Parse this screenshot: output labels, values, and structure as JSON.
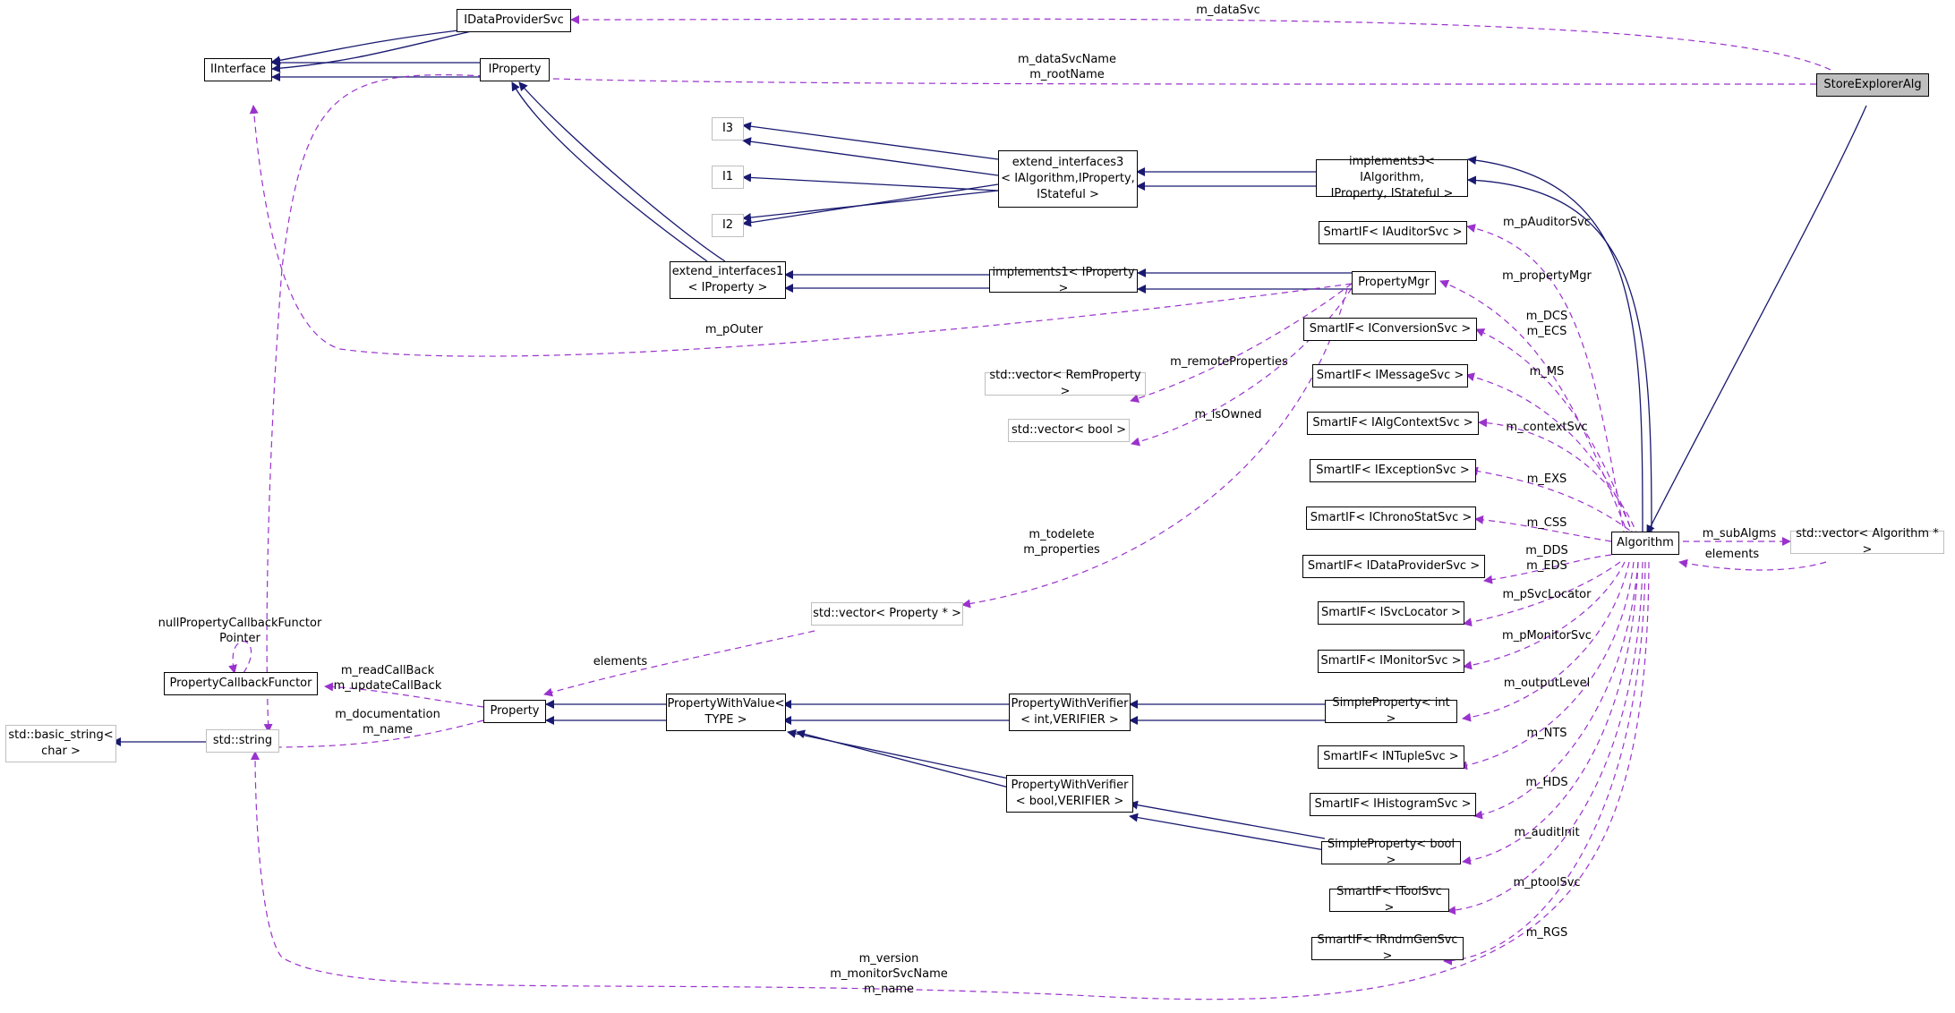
{
  "colors": {
    "inherit": "#191970",
    "use": "#9a32cd",
    "external_border": "#bfbfbf",
    "highlight": "#bfbfbf"
  },
  "nodes": {
    "store_explorer_alg": "StoreExplorerAlg",
    "idataprovidersvc": "IDataProviderSvc",
    "iinterface": "IInterface",
    "iproperty": "IProperty",
    "i3": "I3",
    "i1": "I1",
    "i2": "I2",
    "extend_interfaces3": [
      "extend_interfaces3",
      "< IAlgorithm,IProperty,",
      "IStateful >"
    ],
    "implements3": [
      "implements3< IAlgorithm,",
      "IProperty, IStateful >"
    ],
    "extend_interfaces1": [
      "extend_interfaces1",
      "< IProperty >"
    ],
    "implements1": "implements1< IProperty >",
    "property_mgr": "PropertyMgr",
    "smartif_iauditorsvc": "SmartIF< IAuditorSvc >",
    "smartif_iconversionsvc": "SmartIF< IConversionSvc >",
    "smartif_imessagesvc": "SmartIF< IMessageSvc >",
    "smartif_ialgcontextsvc": "SmartIF< IAlgContextSvc >",
    "smartif_iexceptionsvc": "SmartIF< IExceptionSvc >",
    "smartif_ichronostatsvc": "SmartIF< IChronoStatSvc >",
    "smartif_idataprovidersvc": "SmartIF< IDataProviderSvc >",
    "smartif_isvclocator": "SmartIF< ISvcLocator >",
    "smartif_imonitorsvc": "SmartIF< IMonitorSvc >",
    "smartif_intuplesvc": "SmartIF< INTupleSvc >",
    "smartif_ihistogramsvc": "SmartIF< IHistogramSvc >",
    "smartif_itoolsvc": "SmartIF< IToolSvc >",
    "smartif_irndmgensvc": "SmartIF< IRndmGenSvc >",
    "vector_remproperty": "std::vector< RemProperty >",
    "vector_bool": "std::vector< bool >",
    "vector_property_ptr": "std::vector< Property * >",
    "vector_algorithm_ptr": "std::vector< Algorithm * >",
    "algorithm": "Algorithm",
    "property_callback_functor": "PropertyCallbackFunctor",
    "property": "Property",
    "property_with_value": [
      "PropertyWithValue<",
      "TYPE >"
    ],
    "pwv_int": [
      "PropertyWithVerifier",
      "< int,VERIFIER >"
    ],
    "pwv_bool": [
      "PropertyWithVerifier",
      "< bool,VERIFIER >"
    ],
    "simple_property_int": "SimpleProperty< int >",
    "simple_property_bool": "SimpleProperty< bool >",
    "std_basic_string": [
      "std::basic_string<",
      "char >"
    ],
    "std_string": "std::string"
  },
  "labels": {
    "m_dataSvc": [
      "m_dataSvc"
    ],
    "m_dataSvcName_rootName": [
      "m_dataSvcName",
      "m_rootName"
    ],
    "m_pAuditorSvc": [
      "m_pAuditorSvc"
    ],
    "m_propertyMgr": [
      "m_propertyMgr"
    ],
    "m_pOuter": [
      "m_pOuter"
    ],
    "m_DCS_ECS": [
      "m_DCS",
      "m_ECS"
    ],
    "m_remoteProperties": [
      "m_remoteProperties"
    ],
    "m_MS": [
      "m_MS"
    ],
    "m_isOwned": [
      "m_isOwned"
    ],
    "m_contextSvc": [
      "m_contextSvc"
    ],
    "m_EXS": [
      "m_EXS"
    ],
    "m_todelete_properties": [
      "m_todelete",
      "m_properties"
    ],
    "m_CSS": [
      "m_CSS"
    ],
    "m_subAlgms": [
      "m_subAlgms"
    ],
    "elements_algvec": [
      "elements"
    ],
    "m_DDS_EDS": [
      "m_DDS",
      "m_EDS"
    ],
    "m_pSvcLocator": [
      "m_pSvcLocator"
    ],
    "null_property_callback": [
      "nullPropertyCallbackFunctor",
      "Pointer"
    ],
    "elements_propvec": [
      "elements"
    ],
    "m_pMonitorSvc": [
      "m_pMonitorSvc"
    ],
    "m_read_update_callback": [
      "m_readCallBack",
      "m_updateCallBack"
    ],
    "m_outputLevel": [
      "m_outputLevel"
    ],
    "m_documentation_name": [
      "m_documentation",
      "m_name"
    ],
    "m_NTS": [
      "m_NTS"
    ],
    "m_HDS": [
      "m_HDS"
    ],
    "m_auditInit": [
      "m_auditInit"
    ],
    "m_ptoolSvc": [
      "m_ptoolSvc"
    ],
    "m_RGS": [
      "m_RGS"
    ],
    "m_version_monitor_name": [
      "m_version",
      "m_monitorSvcName",
      "m_name"
    ]
  }
}
